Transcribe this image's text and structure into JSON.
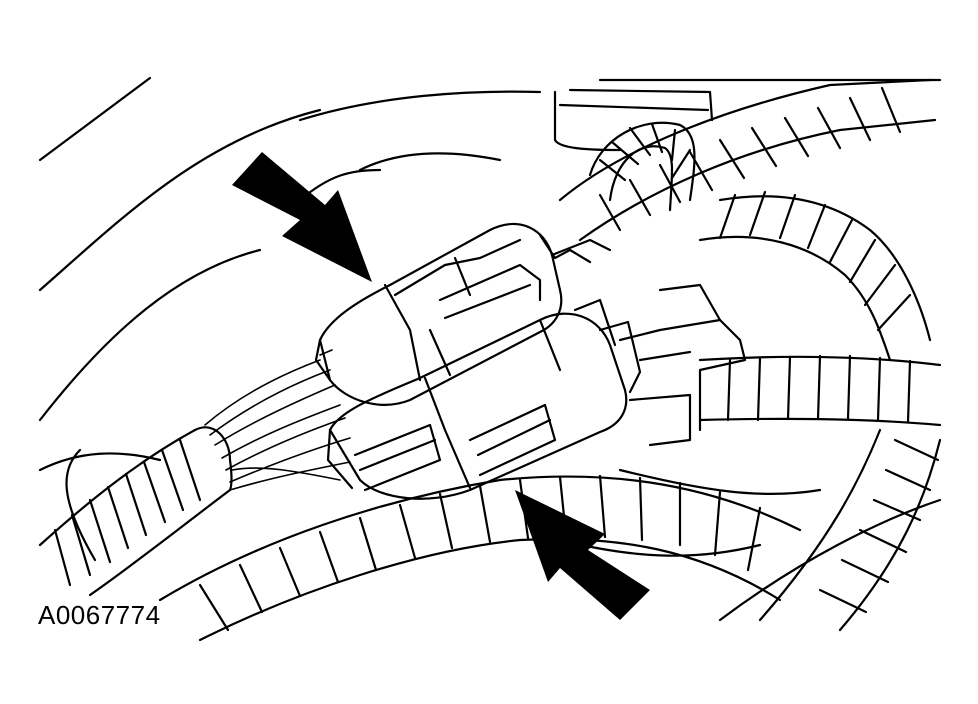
{
  "figure": {
    "reference_code": "A0067774",
    "subject": "wiring-harness-connectors",
    "callout_arrows": 2
  },
  "colors": {
    "line": "#000000",
    "background": "#ffffff"
  }
}
